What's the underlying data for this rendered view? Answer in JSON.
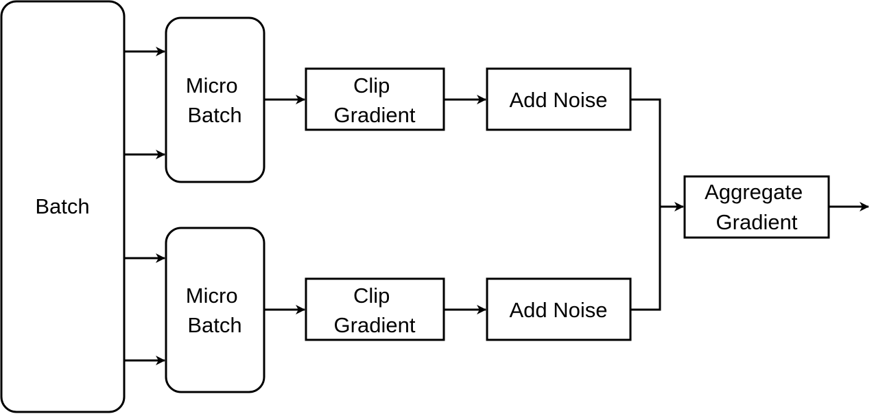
{
  "nodes": {
    "batch": {
      "lines": [
        "Batch"
      ]
    },
    "micro_batch_top": {
      "lines": [
        "Micro",
        "Batch"
      ]
    },
    "micro_batch_bottom": {
      "lines": [
        "Micro",
        "Batch"
      ]
    },
    "clip_gradient_top": {
      "lines": [
        "Clip",
        "Gradient"
      ]
    },
    "clip_gradient_bottom": {
      "lines": [
        "Clip",
        "Gradient"
      ]
    },
    "add_noise_top": {
      "lines": [
        "Add Noise"
      ]
    },
    "add_noise_bottom": {
      "lines": [
        "Add Noise"
      ]
    },
    "aggregate_gradient": {
      "lines": [
        "Aggregate",
        "Gradient"
      ]
    }
  },
  "edges": [
    {
      "from": "batch",
      "to": "micro_batch_top"
    },
    {
      "from": "batch",
      "to": "micro_batch_top"
    },
    {
      "from": "batch",
      "to": "micro_batch_bottom"
    },
    {
      "from": "batch",
      "to": "micro_batch_bottom"
    },
    {
      "from": "micro_batch_top",
      "to": "clip_gradient_top"
    },
    {
      "from": "micro_batch_bottom",
      "to": "clip_gradient_bottom"
    },
    {
      "from": "clip_gradient_top",
      "to": "add_noise_top"
    },
    {
      "from": "clip_gradient_bottom",
      "to": "add_noise_bottom"
    },
    {
      "from": "add_noise_top",
      "to": "aggregate_gradient"
    },
    {
      "from": "add_noise_bottom",
      "to": "aggregate_gradient"
    },
    {
      "from": "aggregate_gradient",
      "to": ""
    }
  ],
  "colors": {
    "stroke": "#000000",
    "fill": "#ffffff",
    "text": "#000000"
  }
}
